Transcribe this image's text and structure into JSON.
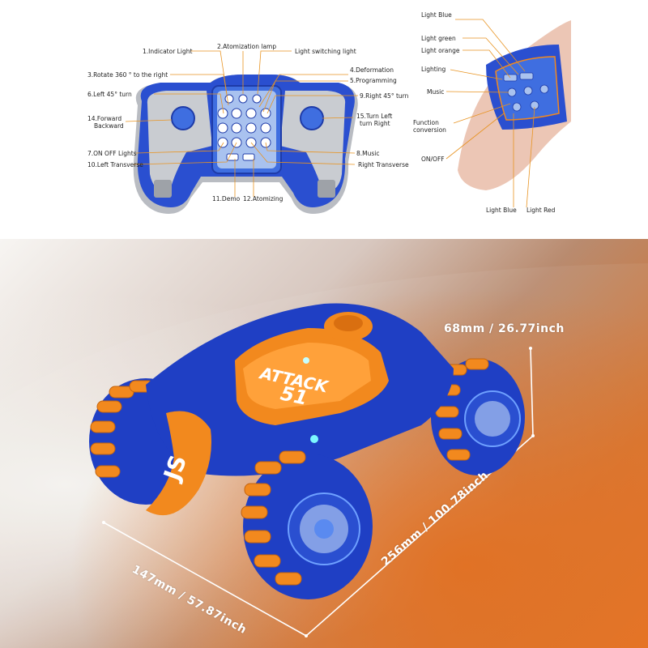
{
  "controller_labels": {
    "indicator_light": "1.Indicator Light",
    "atomization_lamp": "2.Atomization lamp",
    "light_switching": "Light switching light",
    "rotate_360": "3.Rotate 360 ° to the right",
    "deformation": "4.Deformation",
    "programming": "5.Programming",
    "left_45": "6.Left 45° turn",
    "right_45": "9.Right 45° turn",
    "forward": "14.Forward",
    "backward": "Backward",
    "turn_left": "15.Turn Left",
    "turn_right": "turn Right",
    "on_off_lights": "7.ON OFF Lights",
    "music": "8.Music",
    "left_transverse": "10.Left Transverse",
    "right_transverse": "Right Transverse",
    "demo": "11.Demo",
    "atomizing": "12.Atomizing"
  },
  "watch_labels": {
    "light_blue_top": "Light Blue",
    "light_green": "Light  green",
    "light_orange": "Light orange",
    "lighting": "Lighting",
    "music": "Music",
    "function": "Function",
    "conversion": "conversion",
    "on_off": "ON/OFF",
    "light_blue_bottom": "Light Blue",
    "light_red": "Light Red"
  },
  "car": {
    "decal_text": "ATTACK",
    "decal_number": "51",
    "side_text": "JS"
  },
  "dimensions": {
    "height": "68mm / 26.77inch",
    "length": "256mm / 100.78inch",
    "width": "147mm / 57.87inch"
  },
  "colors": {
    "blue": "#1f3fc4",
    "light_blue": "#3f6ee0",
    "orange": "#f2891e",
    "gray": "#b9bcc2"
  }
}
